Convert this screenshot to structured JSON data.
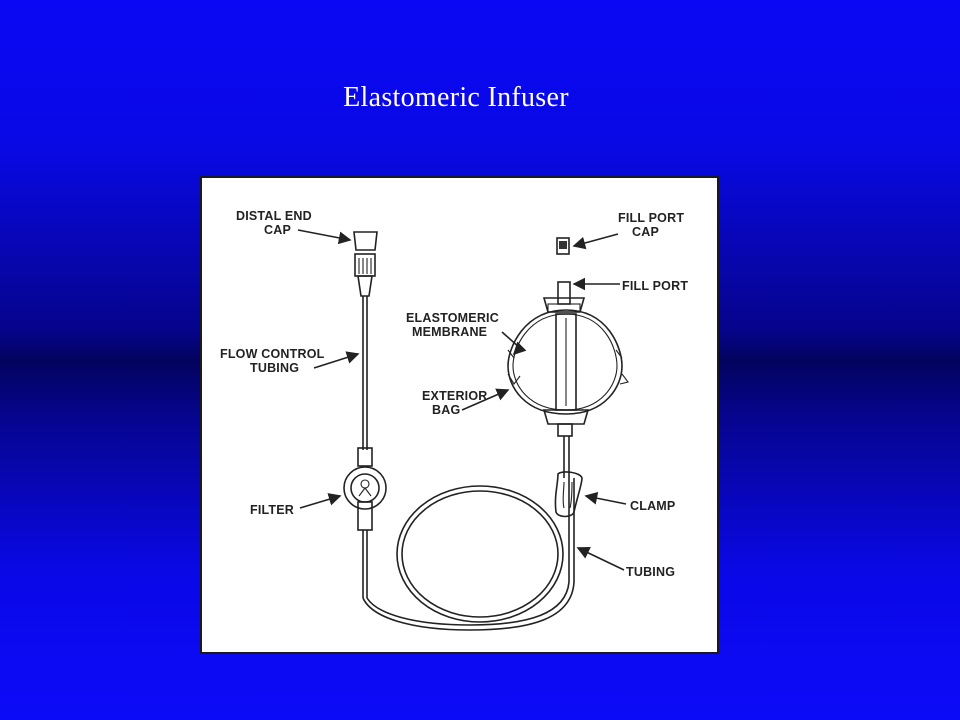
{
  "slide": {
    "title": "Elastomeric Infuser"
  },
  "diagram": {
    "labels": {
      "distal_end_cap_1": "DISTAL END",
      "distal_end_cap_2": "CAP",
      "flow_control_1": "FLOW CONTROL",
      "flow_control_2": "TUBING",
      "filter": "FILTER",
      "fill_port_cap_1": "FILL PORT",
      "fill_port_cap_2": "CAP",
      "fill_port": "FILL PORT",
      "membrane_1": "ELASTOMERIC",
      "membrane_2": "MEMBRANE",
      "exterior_bag_1": "EXTERIOR",
      "exterior_bag_2": "BAG",
      "clamp": "CLAMP",
      "tubing": "TUBING"
    }
  }
}
